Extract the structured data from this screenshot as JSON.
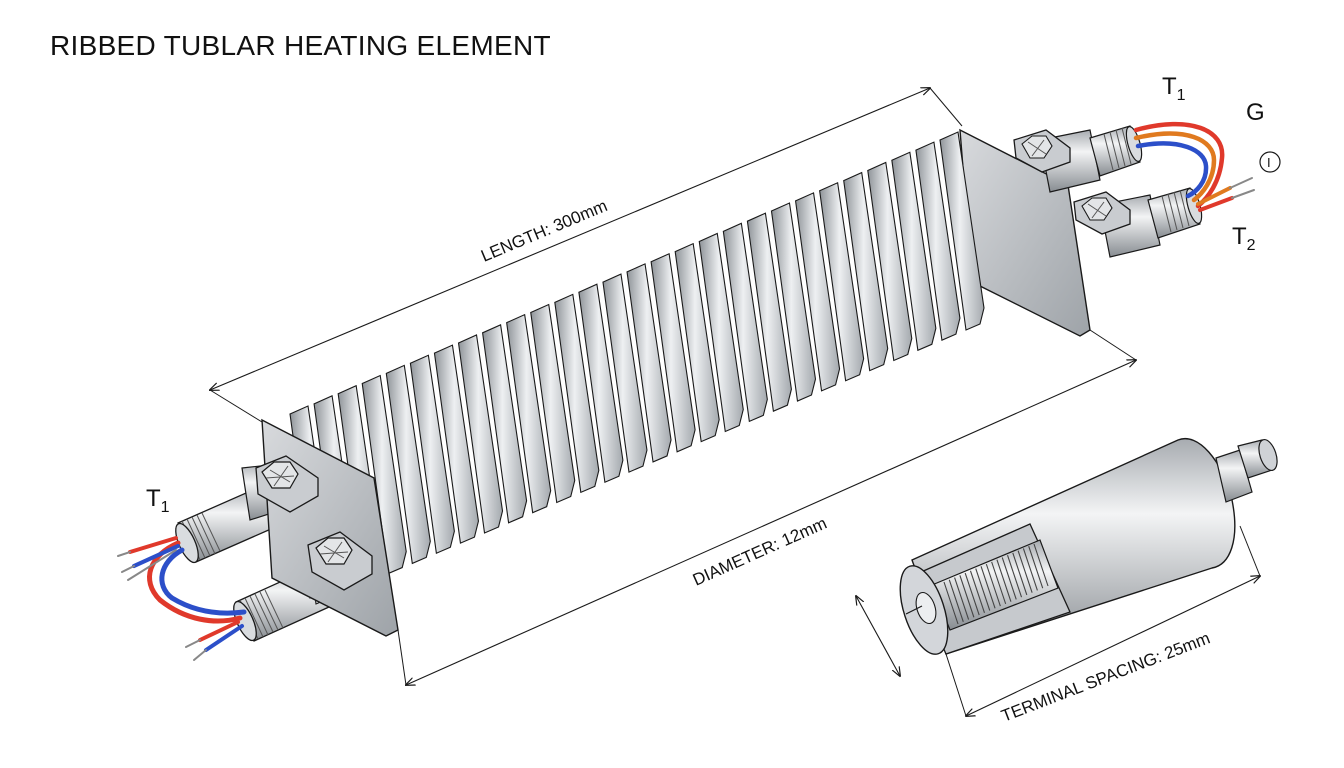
{
  "title": "RIBBED TUBLAR HEATING ELEMENT",
  "dimensions": {
    "length": "LENGTH: 300mm",
    "diameter": "DIAMETER: 12mm",
    "terminal_spacing": "TERMINAL SPACING: 25mm"
  },
  "terminals": {
    "right_top": {
      "letter": "T",
      "sub": "1"
    },
    "right_bottom": {
      "letter": "T",
      "sub": "2"
    },
    "left": {
      "letter": "T",
      "sub": "1"
    },
    "ground": "G",
    "circle_mark": "I"
  },
  "colors": {
    "wire_red": "#e0392b",
    "wire_blue": "#2c4fc9",
    "wire_orange": "#e07a1f",
    "metal_light": "#e6e8ea",
    "metal_mid": "#b9bdc1",
    "metal_dark": "#8a8f94",
    "line": "#1a1a1a"
  }
}
